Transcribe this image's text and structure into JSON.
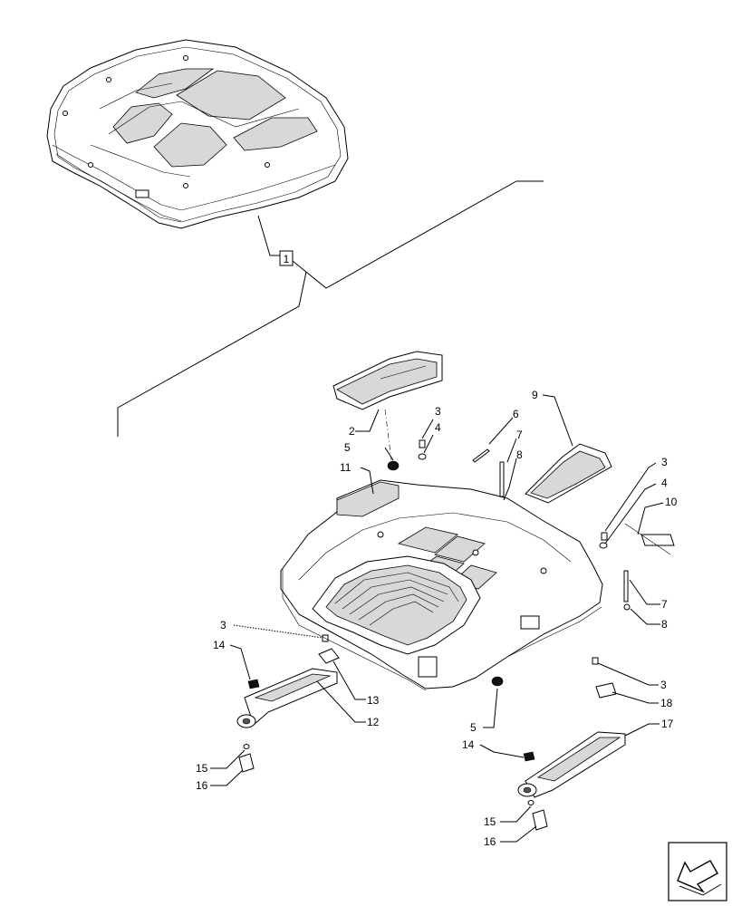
{
  "callouts": {
    "c1": "1",
    "c2": "2",
    "c3a": "3",
    "c3b": "3",
    "c3c": "3",
    "c3d": "3",
    "c4a": "4",
    "c4b": "4",
    "c5a": "5",
    "c5b": "5",
    "c6": "6",
    "c7a": "7",
    "c7b": "7",
    "c8a": "8",
    "c8b": "8",
    "c9": "9",
    "c10": "10",
    "c11": "11",
    "c12": "12",
    "c13": "13",
    "c14a": "14",
    "c14b": "14",
    "c15a": "15",
    "c15b": "15",
    "c16a": "16",
    "c16b": "16",
    "c17": "17",
    "c18": "18"
  },
  "icons": {
    "nav": "arrow-icon"
  }
}
